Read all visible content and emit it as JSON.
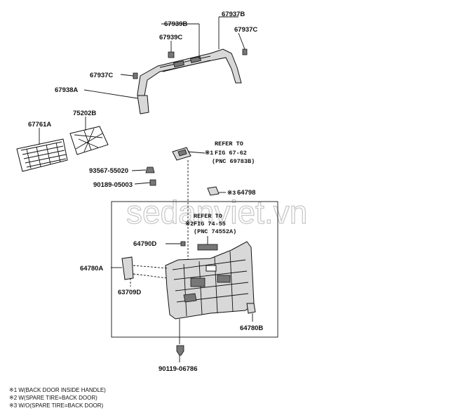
{
  "watermark": "sedanviet.vn",
  "parts": {
    "p67939B": "67939B",
    "p67937B": "67937B",
    "p67939C": "67939C",
    "p67937C_top": "67937C",
    "p67937C_left": "67937C",
    "p67938A": "67938A",
    "p67761A": "67761A",
    "p75202B": "75202B",
    "p93567": "93567-55020",
    "p90189": "90189-05003",
    "p64798": "64798",
    "p64790D": "64790D",
    "p64780A": "64780A",
    "p63709D": "63709D",
    "p64780B": "64780B",
    "p90119": "90119-06786"
  },
  "refs": {
    "ref1": {
      "line1": "REFER TO",
      "mark": "※1",
      "line2": "FIG 67-62",
      "line3": "(PNC 69783B)"
    },
    "ref2": {
      "line1": "REFER TO",
      "mark": "※2",
      "line2": "FIG 74-55",
      "line3": "(PNC 74552A)"
    },
    "mark3": "※3"
  },
  "footnotes": [
    "※1 W(BACK DOOR INSIDE HANDLE)",
    "※2 W(SPARE TIRE=BACK DOOR)",
    "※3 W/O(SPARE TIRE=BACK DOOR)"
  ]
}
